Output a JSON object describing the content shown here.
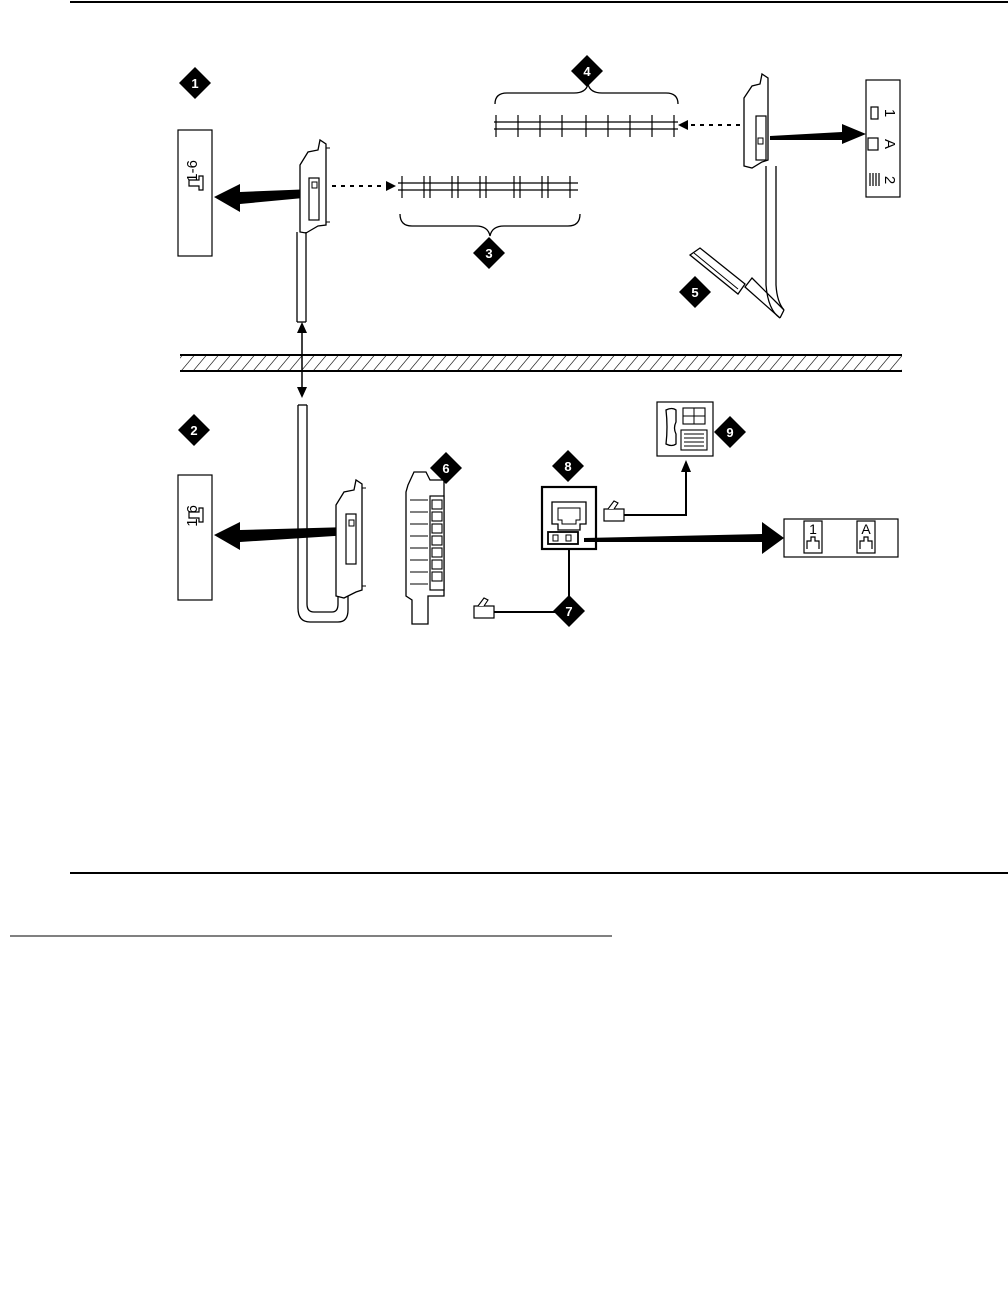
{
  "figure": {
    "callouts": [
      "1",
      "2",
      "3",
      "4",
      "5",
      "6",
      "7",
      "8",
      "9"
    ],
    "port_labels": {
      "top_left_panel": "1-6",
      "bottom_left_panel": "1-6",
      "right_panel_line_1": "1",
      "right_panel_line_a": "A",
      "right_panel_line_2": "2",
      "jack_panel_1": "1",
      "jack_panel_a": "A"
    }
  }
}
